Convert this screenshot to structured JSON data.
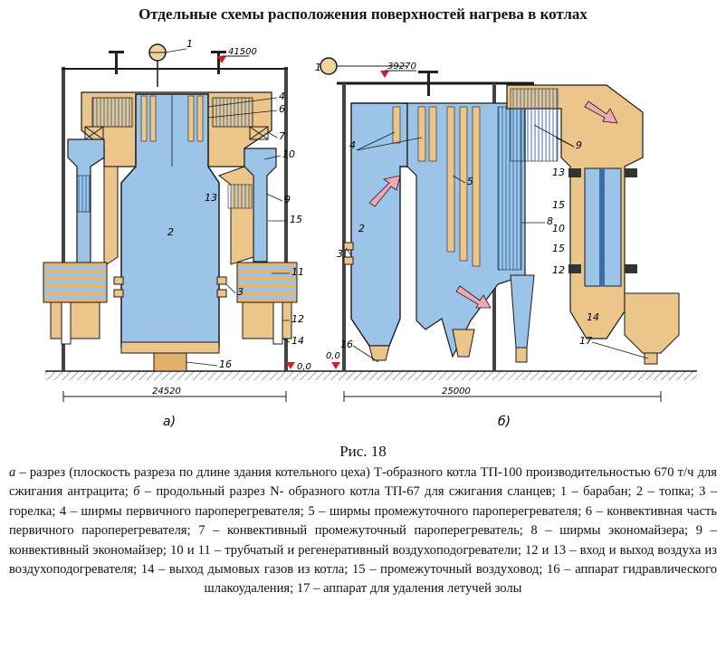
{
  "title": "Отдельные схемы расположения поверхностей нагрева в котлах",
  "figure": {
    "left": {
      "tag": "а)",
      "elevation_top": "41500",
      "elevation_ground": "0,0",
      "dimension": "24520",
      "labels": {
        "l1": "1",
        "l2": "2",
        "l3": "3",
        "l4": "4",
        "l6": "6",
        "l7": "7",
        "l9": "9",
        "l10": "10",
        "l11": "11",
        "l12": "12",
        "l13": "13",
        "l14": "14",
        "l15": "15",
        "l16": "16"
      }
    },
    "right": {
      "tag": "б)",
      "elevation_top": "39270",
      "elevation_ground": "0,0",
      "dimension": "25000",
      "labels": {
        "l1": "1",
        "l2": "2",
        "l3": "3",
        "l4": "4",
        "l5": "5",
        "l8": "8",
        "l9": "9",
        "l10": "10",
        "l12": "12",
        "l13": "13",
        "l14": "14",
        "l15a": "15",
        "l15b": "15",
        "l16": "16",
        "l17": "17"
      }
    },
    "colors": {
      "water": "#9cc4e8",
      "casing": "#ecc58a",
      "outline": "#1a1a1a",
      "arrow": "#f0a8b4"
    }
  },
  "caption": {
    "heading": "Рис. 18",
    "a_mark": "а",
    "p1": " – разрез (плоскость разреза по длине здания котельного цеха) Т-образного котла ТП-100 производительностью 670 т/ч для сжигания антрацита; ",
    "b_mark": "б",
    "p2": " – продольный разрез N- образного котла ТП-67 для сжигания сланцев; 1 – барабан; 2 – топка; 3 – горелка; 4 – ширмы первичного пароперегревателя; 5 – ширмы промежуточного пароперегревателя; 6 – конвективная часть первичного пароперегревателя; 7 – конвективный промежуточный пароперегреватель; 8 – ширмы экономайзера; 9 – конвективный экономайзер; 10 и 11 – трубчатый и регенеративный воздухоподогреватели; 12 и 13 – вход и выход воздуха из воздухоподогревателя; 14 – выход дымовых газов из котла; 15 – промежуточный воздуховод; 16 – аппарат гидравлического шлакоудаления; 17 – аппарат для удаления летучей золы"
  }
}
